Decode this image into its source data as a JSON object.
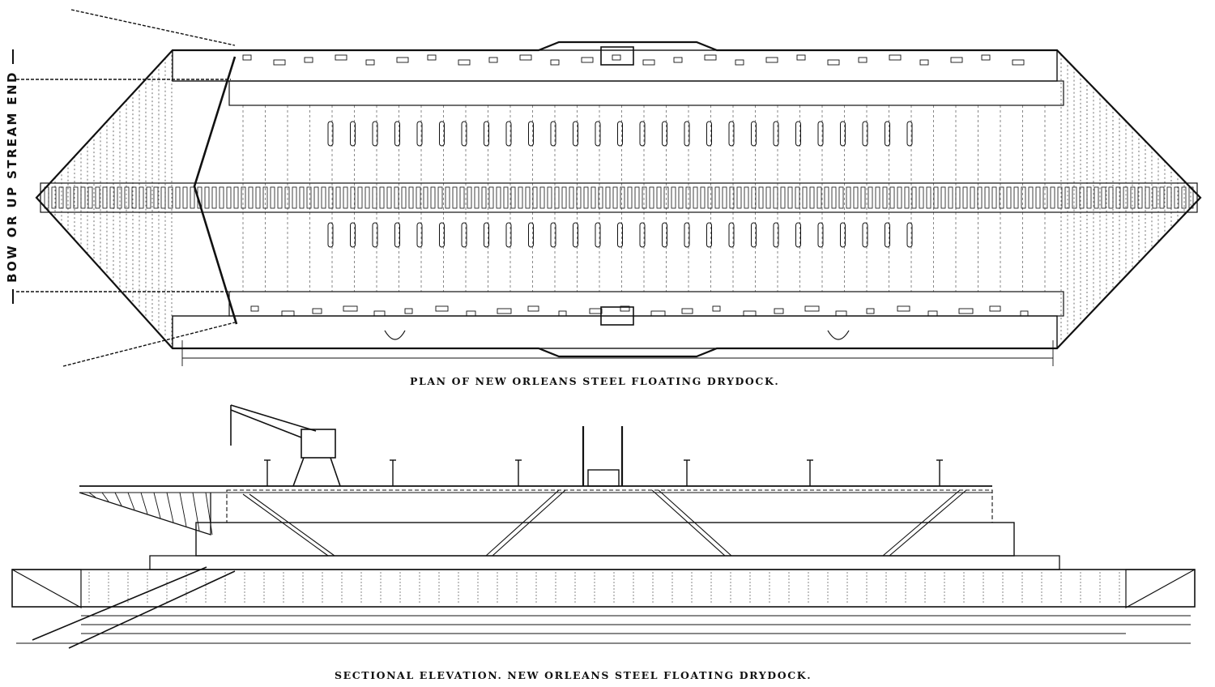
{
  "captions": {
    "plan": "PLAN OF NEW ORLEANS STEEL FLOATING DRYDOCK.",
    "elevation": "SECTIONAL ELEVATION. NEW ORLEANS STEEL FLOATING DRYDOCK."
  },
  "side_label": "BOW OR UP STREAM END",
  "colors": {
    "ink": "#111111",
    "paper": "#ffffff"
  }
}
